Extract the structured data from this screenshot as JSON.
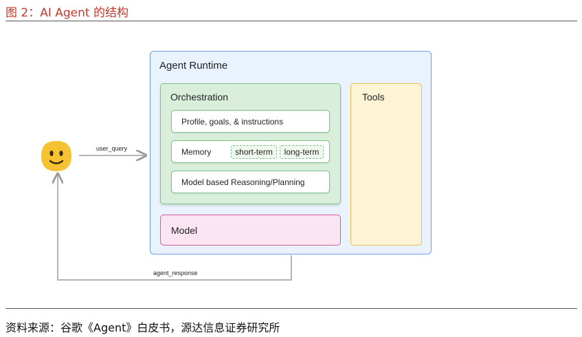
{
  "figure": {
    "title": "图 2：AI Agent 的结构",
    "source": "资料来源：谷歌《Agent》白皮书，源达信息证券研究所"
  },
  "user": {
    "icon": "smiley-face-icon"
  },
  "edges": {
    "query_label": "user_query",
    "response_label": "agent_response"
  },
  "runtime": {
    "title": "Agent Runtime",
    "orchestration": {
      "title": "Orchestration",
      "profile_label": "Profile, goals, & instructions",
      "memory_label": "Memory",
      "memory_short": "short-term",
      "memory_long": "long-term",
      "reasoning_label": "Model based Reasoning/Planning"
    },
    "model_label": "Model",
    "tools_label": "Tools"
  },
  "colors": {
    "runtime_border": "#6aa0e6",
    "runtime_fill": "#eaf2fd",
    "orchestration_border": "#7cc08a",
    "orchestration_fill": "#d9efdc",
    "model_border": "#d45aa0",
    "model_fill": "#fbe5f2",
    "tools_border": "#e8c050",
    "tools_fill": "#fdf4d6",
    "title_color": "#c0392b",
    "face_color": "#f5c232"
  }
}
